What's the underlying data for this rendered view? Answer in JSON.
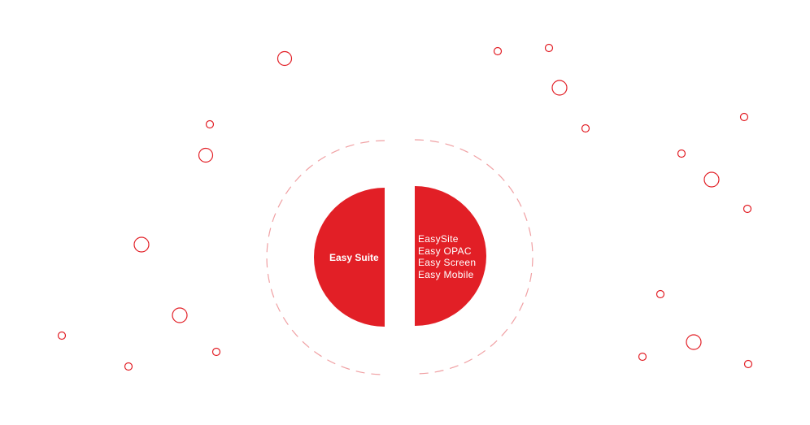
{
  "colors": {
    "accent": "#e21f26",
    "dashed": "#f0a0a3",
    "background": "#ffffff"
  },
  "left_half": {
    "title": "Easy Suite"
  },
  "right_half": {
    "items": [
      "EasySite",
      "Easy OPAC",
      "Easy Screen",
      "Easy Mobile"
    ]
  }
}
